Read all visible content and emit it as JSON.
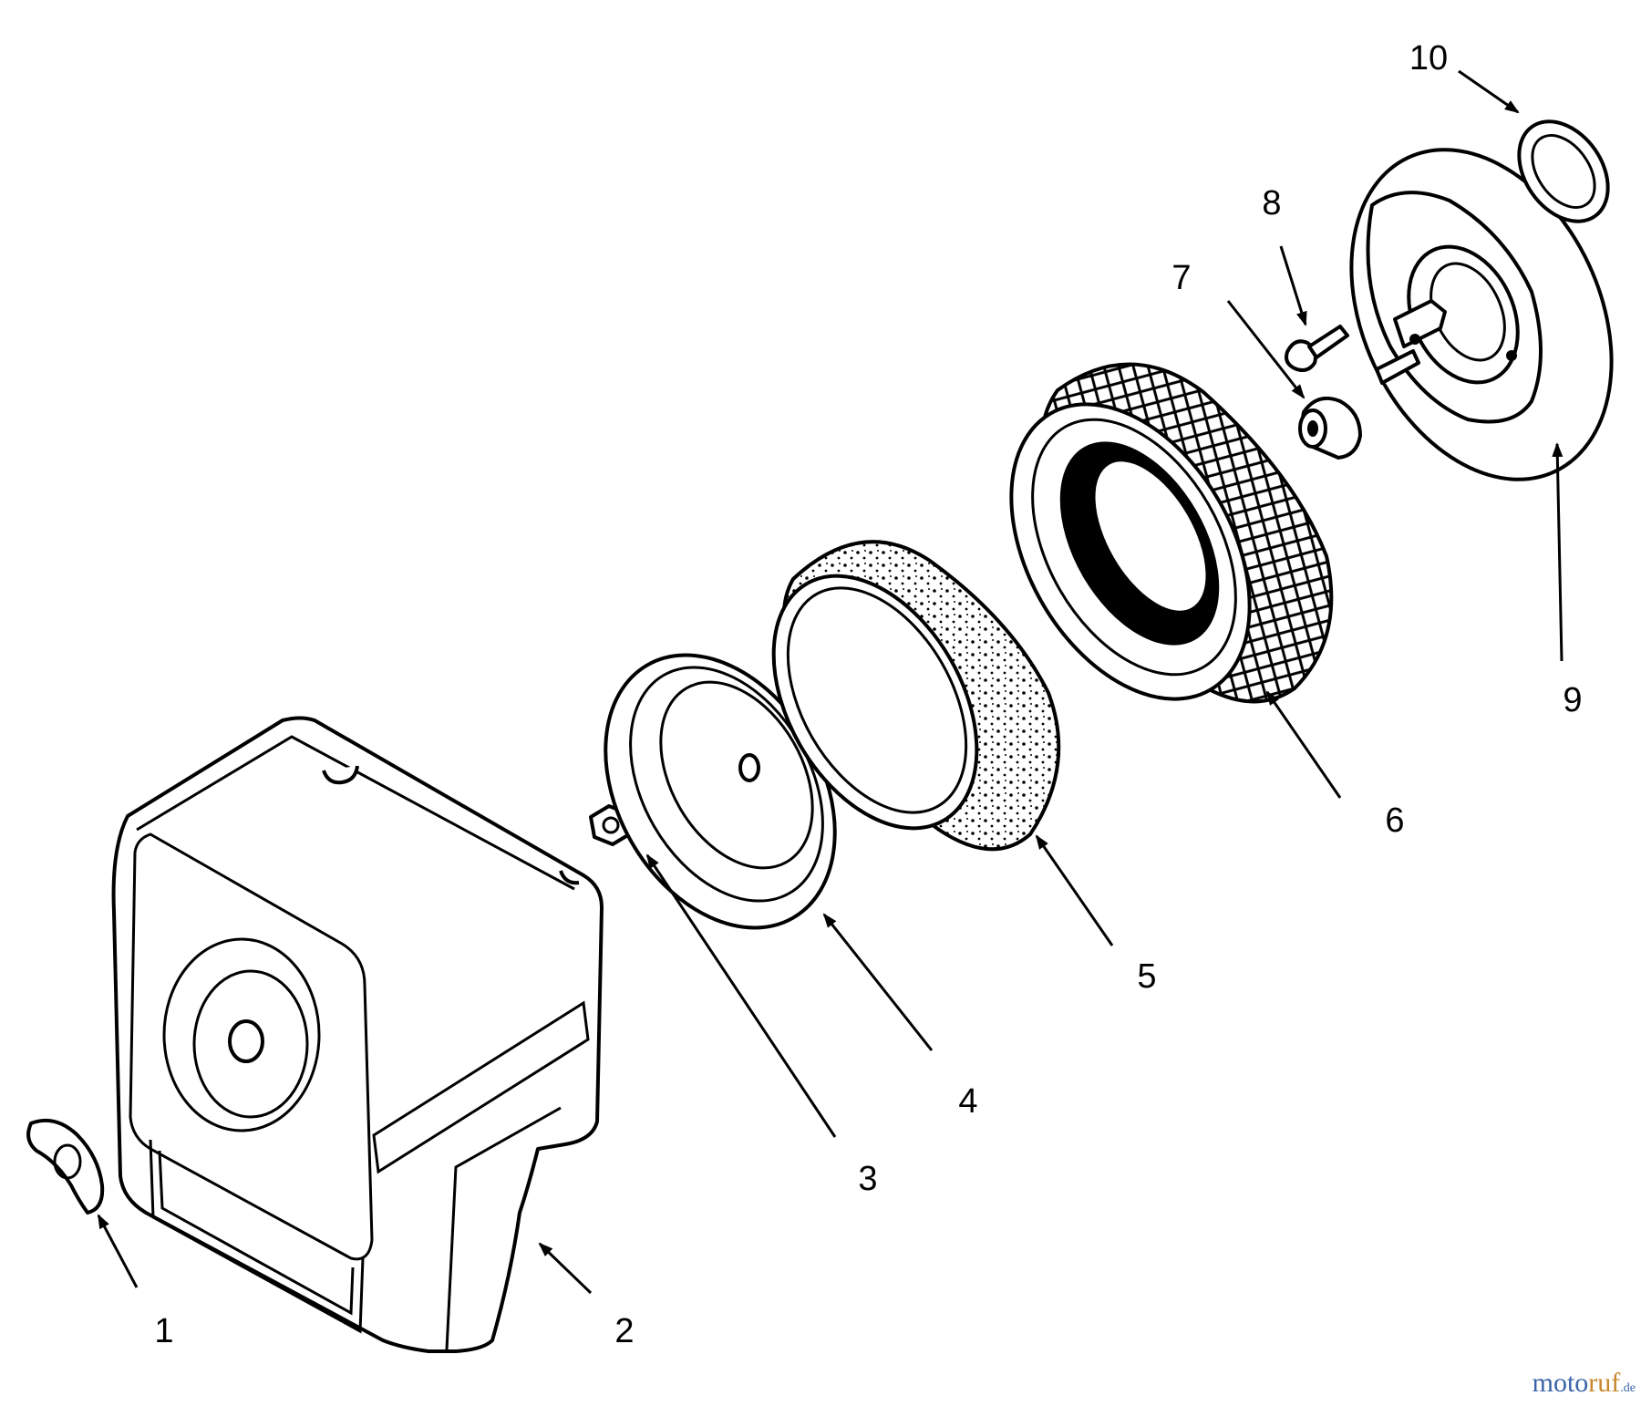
{
  "callouts": [
    {
      "id": "1",
      "label": "1"
    },
    {
      "id": "2",
      "label": "2"
    },
    {
      "id": "3",
      "label": "3"
    },
    {
      "id": "4",
      "label": "4"
    },
    {
      "id": "5",
      "label": "5"
    },
    {
      "id": "6",
      "label": "6"
    },
    {
      "id": "7",
      "label": "7"
    },
    {
      "id": "8",
      "label": "8"
    },
    {
      "id": "9",
      "label": "9"
    },
    {
      "id": "10",
      "label": "10"
    }
  ],
  "watermark": {
    "brand_a": "moto",
    "brand_b": "ruf",
    "suffix": ".de"
  },
  "colors": {
    "line": "#000000",
    "background": "#ffffff",
    "watermark_blue": "#3a64a8",
    "watermark_orange": "#c9862c"
  }
}
